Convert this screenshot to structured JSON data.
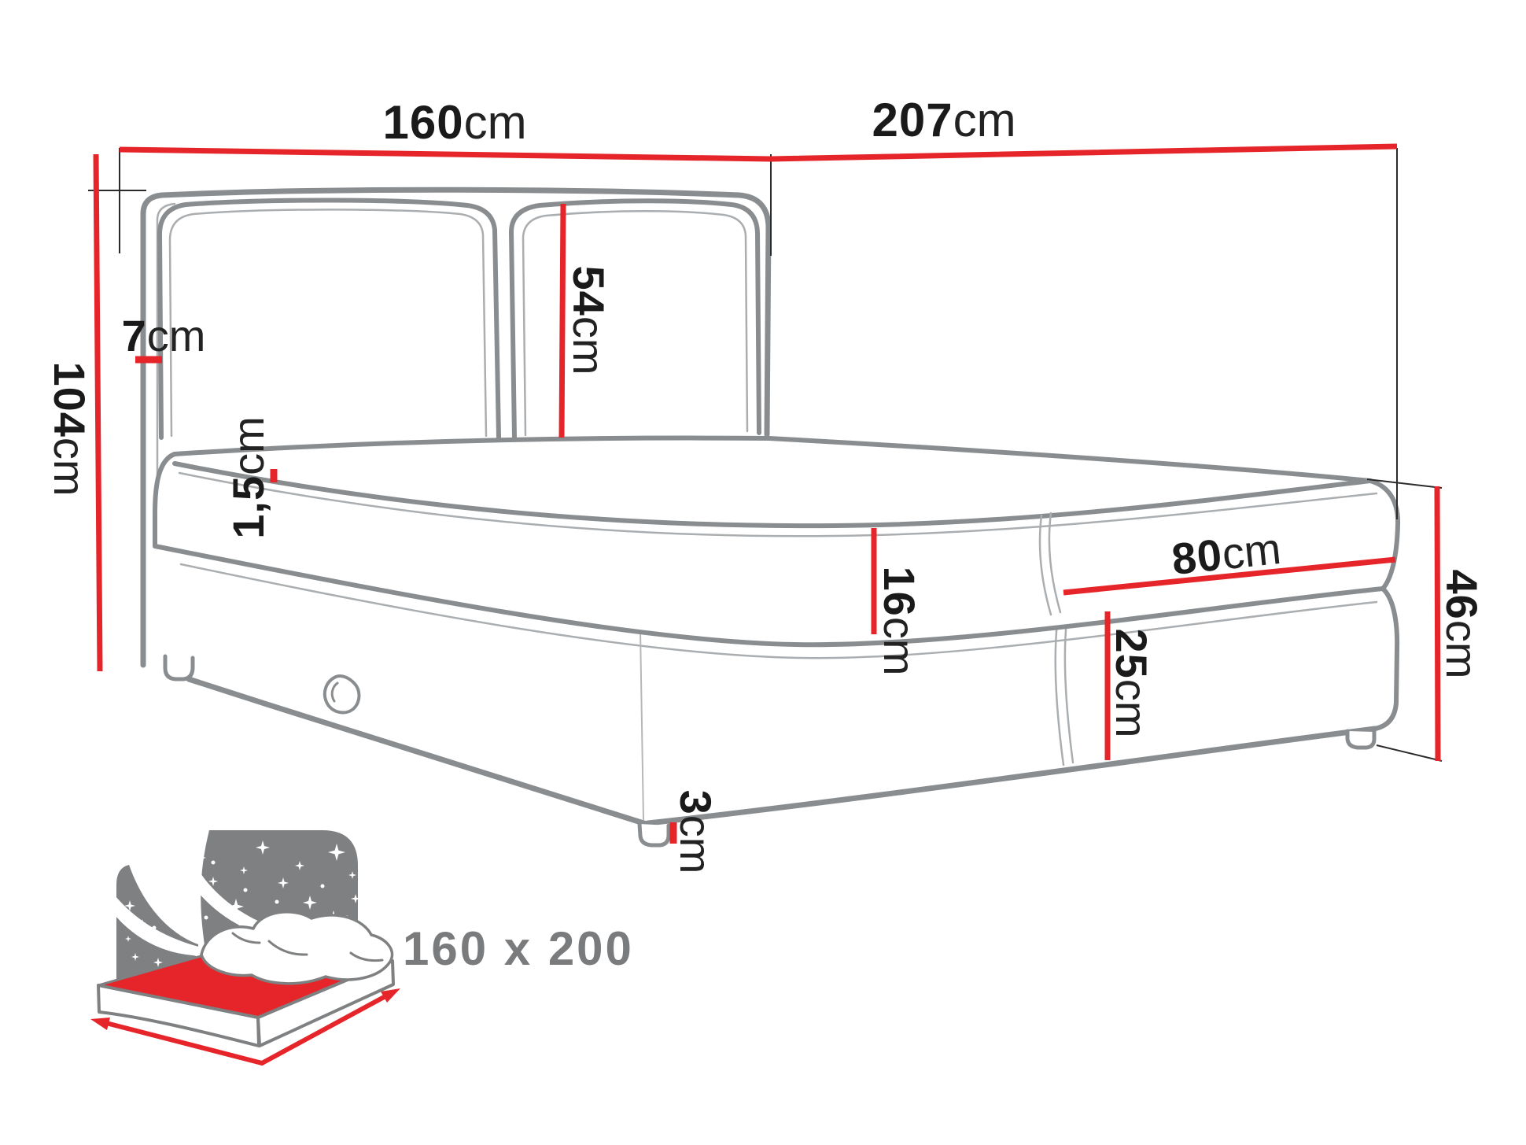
{
  "diagram_title": "bed-dimension-diagram",
  "dims": {
    "headboard_width": {
      "value": "160",
      "unit": "cm"
    },
    "bed_length": {
      "value": "207",
      "unit": "cm"
    },
    "total_height": {
      "value": "104",
      "unit": "cm"
    },
    "headboard_frame": {
      "value": "7",
      "unit": "cm"
    },
    "headboard_panel": {
      "value": "54",
      "unit": "cm"
    },
    "topper": {
      "value": "1,5",
      "unit": "cm"
    },
    "mattress": {
      "value": "16",
      "unit": "cm"
    },
    "storage_section": {
      "value": "80",
      "unit": "cm"
    },
    "base": {
      "value": "25",
      "unit": "cm"
    },
    "foot_height": {
      "value": "46",
      "unit": "cm"
    },
    "leg": {
      "value": "3",
      "unit": "cm"
    }
  },
  "icon": {
    "size_label": "160 x 200"
  },
  "colors": {
    "dimension_red": "#e52529",
    "outline_gray": "#8a8d8f",
    "outline_light": "#abaeb0",
    "icon_gray": "#7e8082",
    "label_text": "#1a1a1a"
  }
}
